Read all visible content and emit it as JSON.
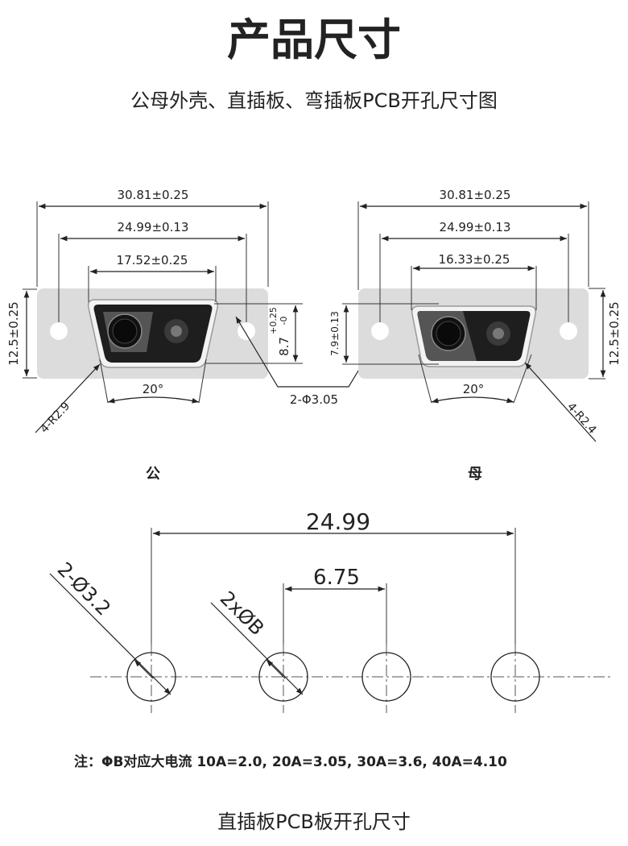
{
  "header": {
    "title": "产品尺寸",
    "subtitle": "公母外壳、直插板、弯插板PCB开孔尺寸图"
  },
  "male": {
    "label": "公",
    "overall_width": "30.81±0.25",
    "hole_pitch": "24.99±0.13",
    "shell_width": "17.52±0.25",
    "height": "12.5±0.25",
    "shell_height": "8.7",
    "shell_height_tol_plus": "+0.25",
    "shell_height_tol_minus": "-0",
    "angle": "20°",
    "radius": "4-R2.9"
  },
  "female": {
    "label": "母",
    "overall_width": "30.81±0.25",
    "hole_pitch": "24.99±0.13",
    "shell_width": "16.33±0.25",
    "height": "12.5±0.25",
    "shell_height": "7.9±0.13",
    "angle": "20°",
    "radius": "4-R2.4"
  },
  "mount_hole": "2-Φ3.05",
  "pcb": {
    "pitch_outer": "24.99",
    "pitch_inner": "6.75",
    "mount_hole": "2-Ø3.2",
    "contact_hole": "2xØB",
    "note": "注：ΦB对应大电流 10A=2.0, 20A=3.05, 30A=3.6, 40A=4.10",
    "caption": "直插板PCB板开孔尺寸"
  },
  "colors": {
    "plate": "#dcdcdc",
    "shell": "#1e1e1e",
    "text": "#222222"
  }
}
